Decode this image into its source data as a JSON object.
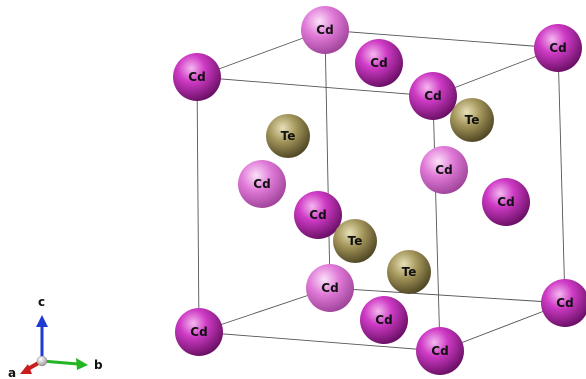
{
  "structure": {
    "elements": {
      "Cd": {
        "symbol": "Cd",
        "color": "#d94fcf"
      },
      "Te": {
        "symbol": "Te",
        "color": "#9a8a4e"
      }
    }
  },
  "axes": {
    "a": "a",
    "b": "b",
    "c": "c",
    "colors": {
      "a": "#c81e1e",
      "b": "#22b622",
      "c": "#1e3ad0"
    }
  }
}
